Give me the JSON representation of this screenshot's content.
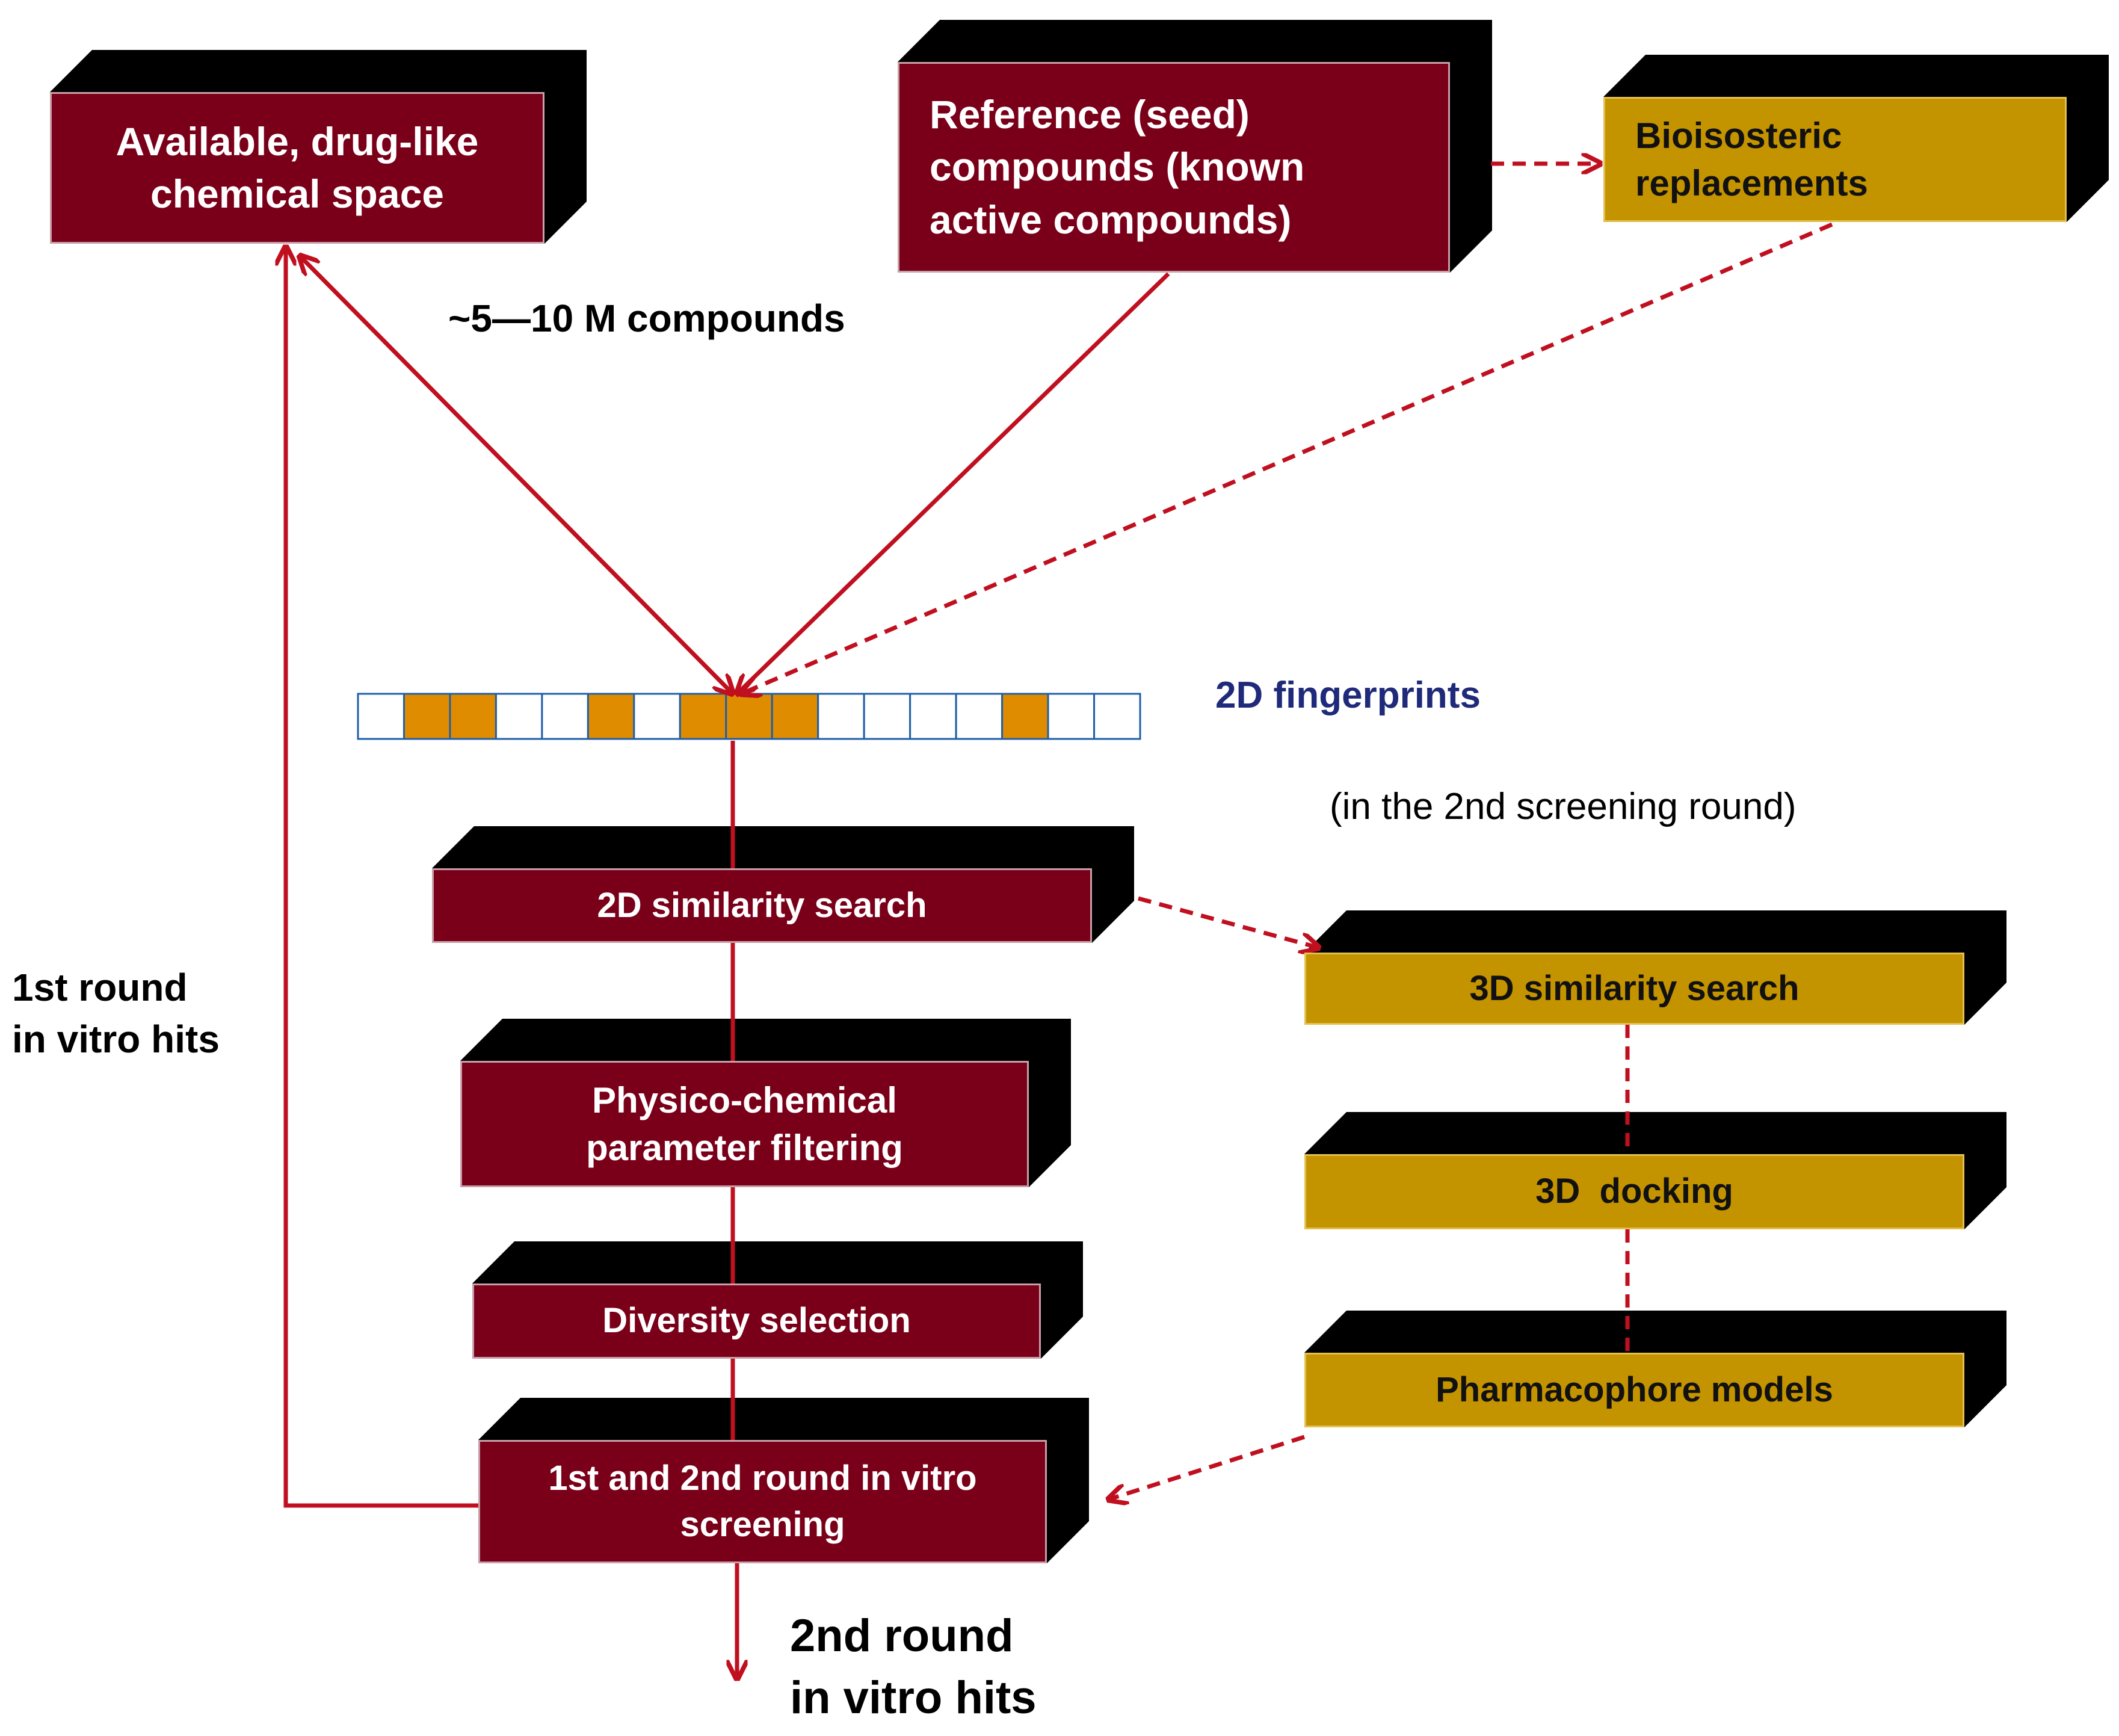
{
  "colors": {
    "dark_box": "#7a0019",
    "gold_box": "#c49300",
    "arrow": "#c01020",
    "fingerprint_on": "#e08c00",
    "fingerprint_border": "#1f5fa8",
    "fingerprint_label": "#1f2a7a"
  },
  "boxes": {
    "chemical_space": [
      "Available, drug-like",
      "chemical space"
    ],
    "reference": [
      "Reference (seed)",
      "compounds (known",
      "active compounds)"
    ],
    "bioisosteric": [
      "Bioisosteric",
      "replacements"
    ],
    "similarity_2d": [
      "2D similarity search"
    ],
    "physchem": [
      "Physico-chemical",
      "parameter filtering"
    ],
    "diversity": [
      "Diversity selection"
    ],
    "screening": [
      "1st and 2nd round in vitro",
      "screening"
    ],
    "similarity_3d": [
      "3D similarity search"
    ],
    "docking": [
      "3D  docking"
    ],
    "pharmacophore": [
      "Pharmacophore models"
    ]
  },
  "labels": {
    "compounds_count": "~5—10 M compounds",
    "fingerprints": "2D fingerprints",
    "second_round_note": "(in the 2nd screening round)",
    "first_round_hits": [
      "1st round",
      "in vitro hits"
    ],
    "second_round_hits": [
      "2nd round",
      "in vitro hits"
    ]
  },
  "fingerprint_bits": [
    0,
    1,
    1,
    0,
    0,
    1,
    0,
    1,
    1,
    1,
    0,
    0,
    0,
    0,
    1,
    0,
    0
  ]
}
